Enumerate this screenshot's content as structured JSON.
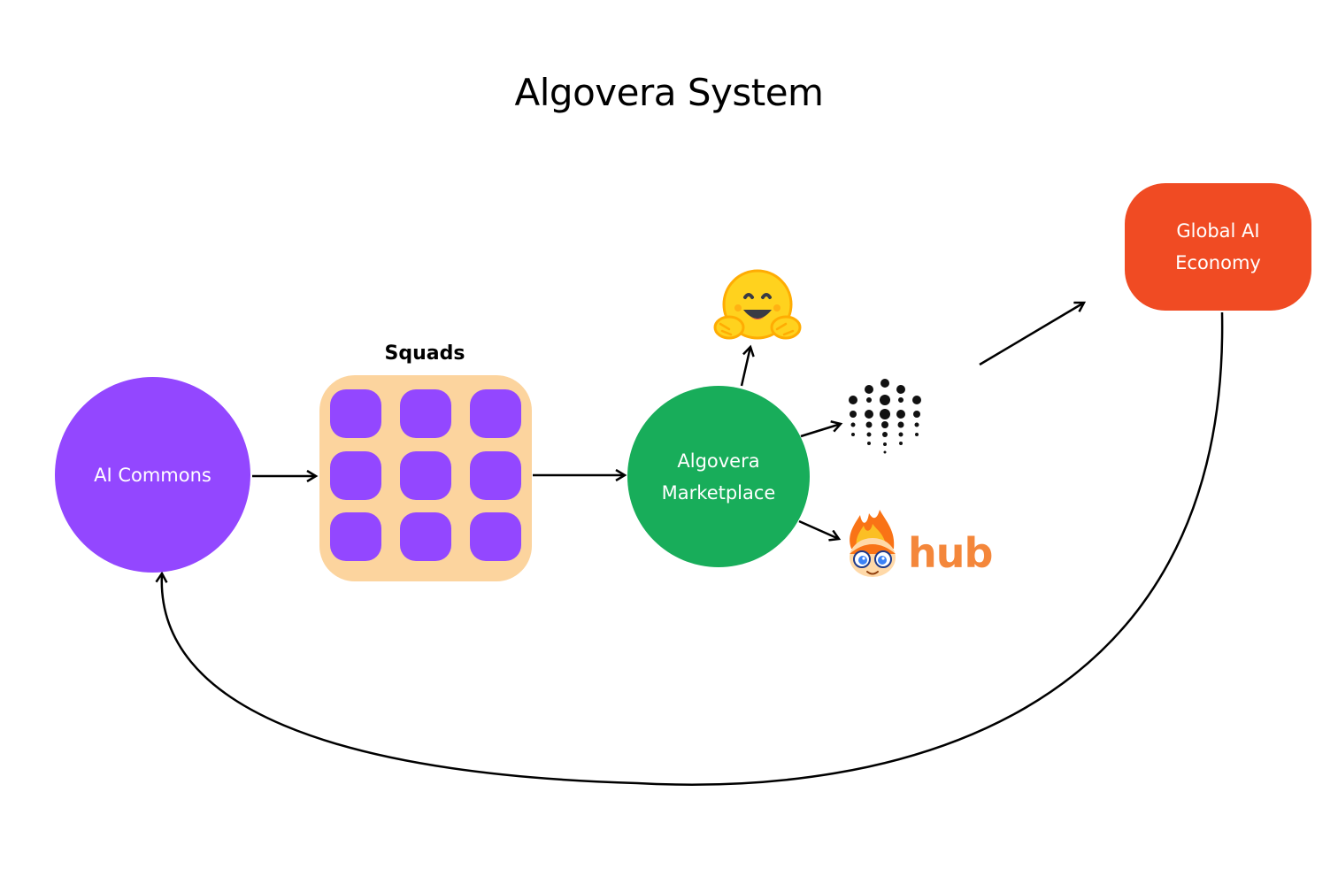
{
  "title": "Algovera System",
  "nodes": {
    "ai_commons": "AI Commons",
    "squads": "Squads",
    "marketplace": "Algovera Marketplace",
    "global_economy": "Global AI Economy"
  },
  "integrations": {
    "hub_word": "hub"
  },
  "colors": {
    "commons": "#9347FF",
    "squads_bg": "#FCD49E",
    "squad_tile": "#9347FF",
    "marketplace": "#18AD5A",
    "economy": "#F04B23",
    "hub_text": "#F4873B"
  },
  "icons": [
    "hugging-face-icon",
    "dots-logo-icon",
    "fire-mascot-icon"
  ]
}
